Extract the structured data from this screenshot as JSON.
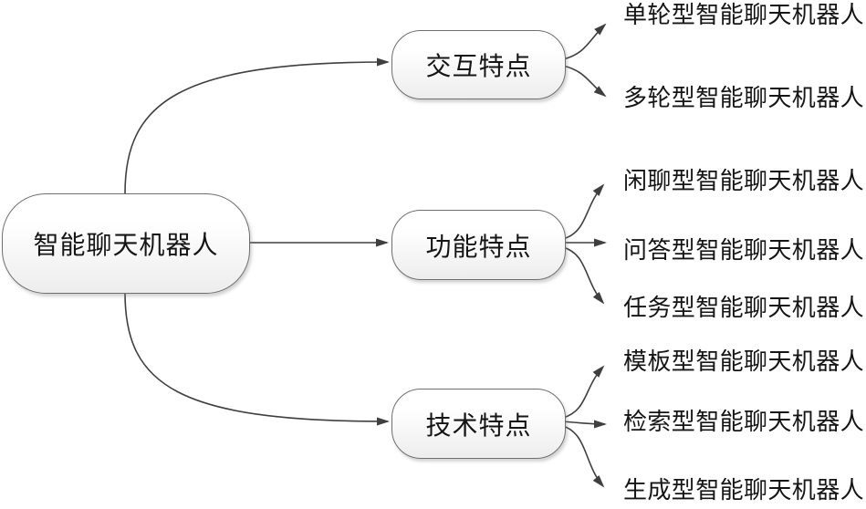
{
  "diagram": {
    "root": {
      "label": "智能聊天机器人"
    },
    "branches": [
      {
        "label": "交互特点",
        "children": [
          "单轮型智能聊天机器人",
          "多轮型智能聊天机器人"
        ]
      },
      {
        "label": "功能特点",
        "children": [
          "闲聊型智能聊天机器人",
          "问答型智能聊天机器人",
          "任务型智能聊天机器人"
        ]
      },
      {
        "label": "技术特点",
        "children": [
          "模板型智能聊天机器人",
          "检索型智能聊天机器人",
          "生成型智能聊天机器人"
        ]
      }
    ],
    "colors": {
      "connector": "#3f3f3f",
      "node_border": "#6f6f6f",
      "node_fill_top": "#ffffff",
      "node_fill_bottom": "#ededed",
      "text": "#151515",
      "background": "#ffffff"
    }
  }
}
